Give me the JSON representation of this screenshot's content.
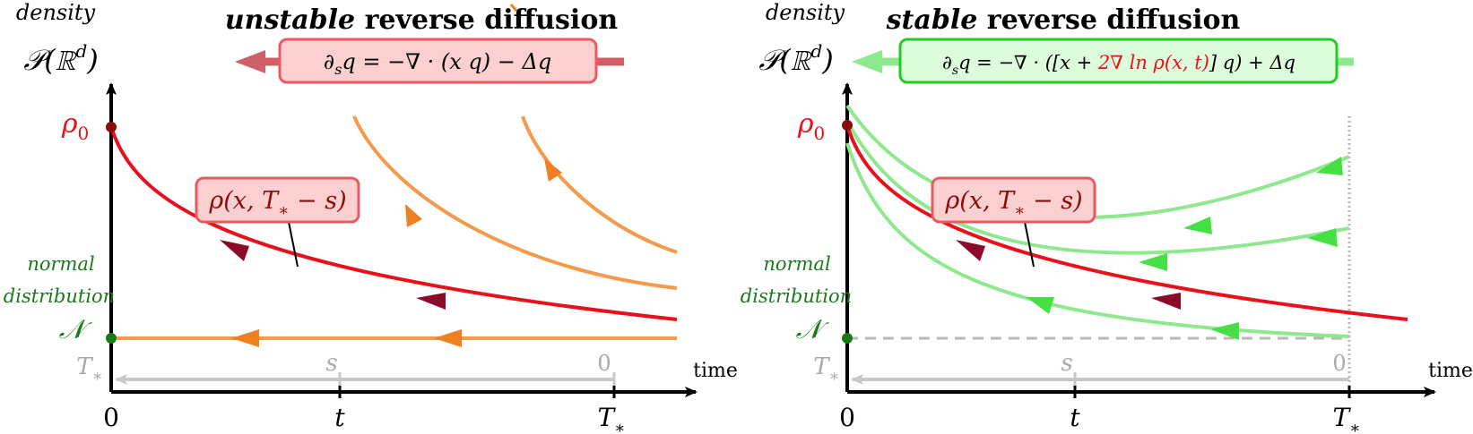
{
  "colors": {
    "density_red": "#e8101a",
    "dark_red": "#8b0a2a",
    "orange": "#f59a4a",
    "orange_arrow": "#f07f20",
    "green": "#8ee88e",
    "green_arrow": "#44e044",
    "normal_green": "#1a7a1a",
    "gray": "#b8b8b8",
    "box_red_fill": "#fcd0d0",
    "box_red_stroke": "#e85a60",
    "box_green_fill": "#dcfcdc",
    "box_green_stroke": "#22cc22",
    "bar_red": "#d06068",
    "bar_green": "#8ee88e"
  },
  "left_panel": {
    "title_emph": "unstable",
    "title_rest": " reverse diffusion",
    "pde_prefix": "∂",
    "pde_sub": "s",
    "pde_rest": "q = −∇ · (x q) − Δq",
    "density_label": "density",
    "space_label": "𝒫(ℝ",
    "space_sup": "d",
    "space_close": ")",
    "rho0_label": "ρ",
    "rho0_sub": "0",
    "normal_label_line1": "normal",
    "normal_label_line2": "distribution",
    "normal_symbol": "𝒩",
    "rho_box_label": "ρ(x, T",
    "rho_box_sub": "∗",
    "rho_box_tail": " − s)",
    "reverse_start_label": "T",
    "reverse_start_sub": "∗",
    "reverse_mid_label": "s",
    "reverse_end_label": "0",
    "time_label": "time",
    "tick_origin": "0",
    "tick_mid": "t",
    "tick_end": "T",
    "tick_end_sub": "∗"
  },
  "right_panel": {
    "title_emph": "stable",
    "title_rest": " reverse diffusion",
    "pde_prefix": "∂",
    "pde_sub": "s",
    "pde_mid": "q = −∇ · ([x + ",
    "pde_score": "2∇ ln ρ(x, t)",
    "pde_tail": "] q) + Δq",
    "density_label": "density",
    "space_label": "𝒫(ℝ",
    "space_sup": "d",
    "space_close": ")",
    "rho0_label": "ρ",
    "rho0_sub": "0",
    "normal_label_line1": "normal",
    "normal_label_line2": "distribution",
    "normal_symbol": "𝒩",
    "rho_box_label": "ρ(x, T",
    "rho_box_sub": "∗",
    "rho_box_tail": " − s)",
    "reverse_start_label": "T",
    "reverse_start_sub": "∗",
    "reverse_mid_label": "s",
    "reverse_end_label": "0",
    "time_label": "time",
    "tick_origin": "0",
    "tick_mid": "t",
    "tick_end": "T",
    "tick_end_sub": "∗"
  }
}
